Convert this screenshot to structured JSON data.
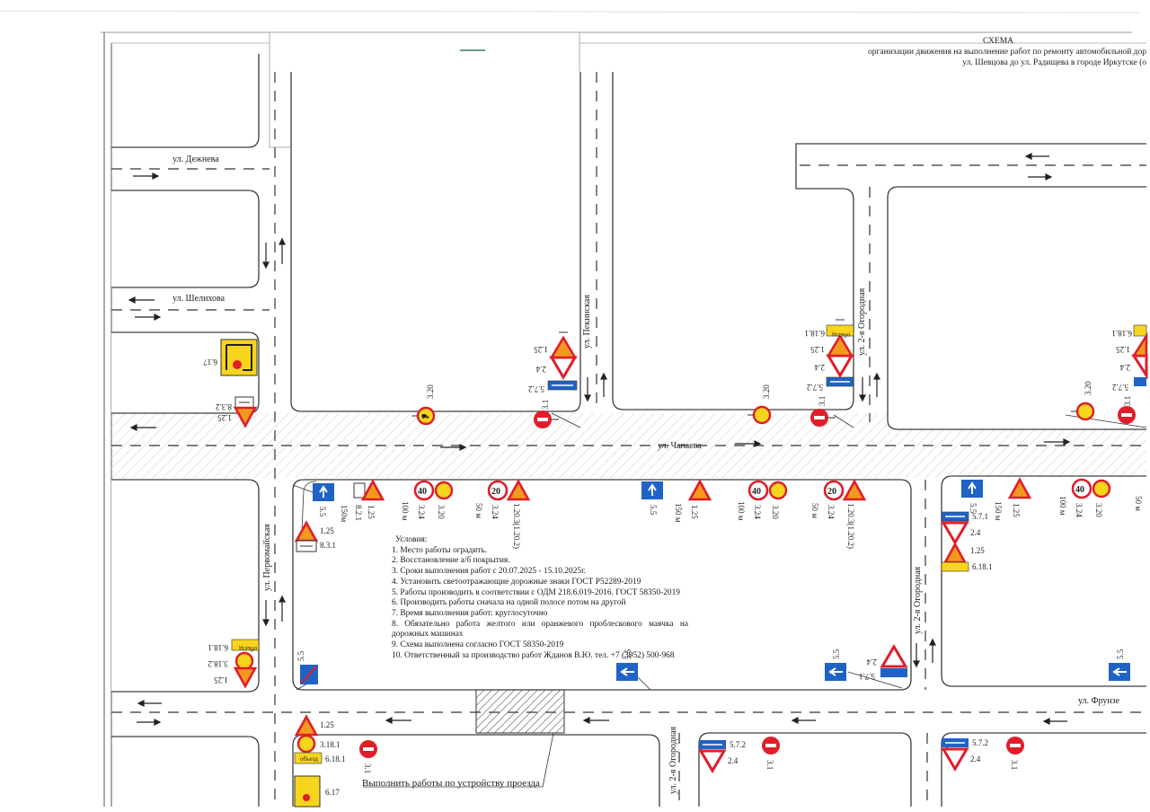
{
  "header": {
    "title": "СХЕМА",
    "line1": "организации движения на выполнение работ по ремонту автомобильной дор",
    "line2": "ул. Шевцова до ул. Радищева в городе Иркутске  (о"
  },
  "streets": {
    "dezhneva": "ул. Дежнева",
    "shelikhova": "ул. Шелихова",
    "chapaeva": "ул. Чапаева",
    "frunze": "ул. Фрунзе",
    "pekinskaya": "ул. Пекинская",
    "ogorodnaya": "ул. 2-я Огородная",
    "pervomayskaya": "ул. Первомайская"
  },
  "conditions": {
    "title": "Условия:",
    "items": [
      "1.  Место работы оградить.",
      "2.  Восстановление а/б покрытия.",
      "3.  Сроки выполнения работ с 20.07.2025 - 15.10.2025г.",
      "4.  Установить светоотражающие дорожные знаки ГОСТ Р52289-2019",
      "5.  Работы производить в соответствии с ОДМ 218.6.019-2016. ГОСТ 58350-2019",
      "6.  Производить работы сначала на одной полосе потом на другой",
      "7.  Время выполнения работ: круглосуточно",
      "8.  Обязательно работа желтого или оранжевого проблескового маячка на дорожных машинах",
      "9.  Схема выполнена согласно ГОСТ 58350-2019",
      "10. Ответственный за производство работ Жданов В.Ю. тел. +7 (3952) 500-968"
    ]
  },
  "note": "Выполнить работы по устройству проезда",
  "sign_codes": {
    "s125": "1.25",
    "s24": "2.4",
    "s31": "3.1",
    "s320": "3.20",
    "s324": "3.24",
    "s3181": "3.18.1",
    "s3182": "3.18.2",
    "s55": "5.5",
    "s96": "5.5",
    "s571": "5.7.1",
    "s572": "5.7.2",
    "s617": "6.17",
    "s6181": "6.18.1",
    "s821": "8.2.1",
    "s831": "8.3.1",
    "s832": "8.3.2",
    "s12031": "1.20.3(1.20.2)"
  },
  "sign_values": {
    "speed40": "40",
    "speed20": "20",
    "obezd": "объезд",
    "d100": "100 м",
    "d150": "150 м",
    "d50": "50 м",
    "plate150": "150м"
  },
  "colors": {
    "sign_red": "#e11d2a",
    "sign_yellow": "#f7d51d",
    "sign_orange": "#f39a1e",
    "sign_blue": "#1f63c7",
    "road_line": "#333333",
    "curb": "#444444"
  }
}
